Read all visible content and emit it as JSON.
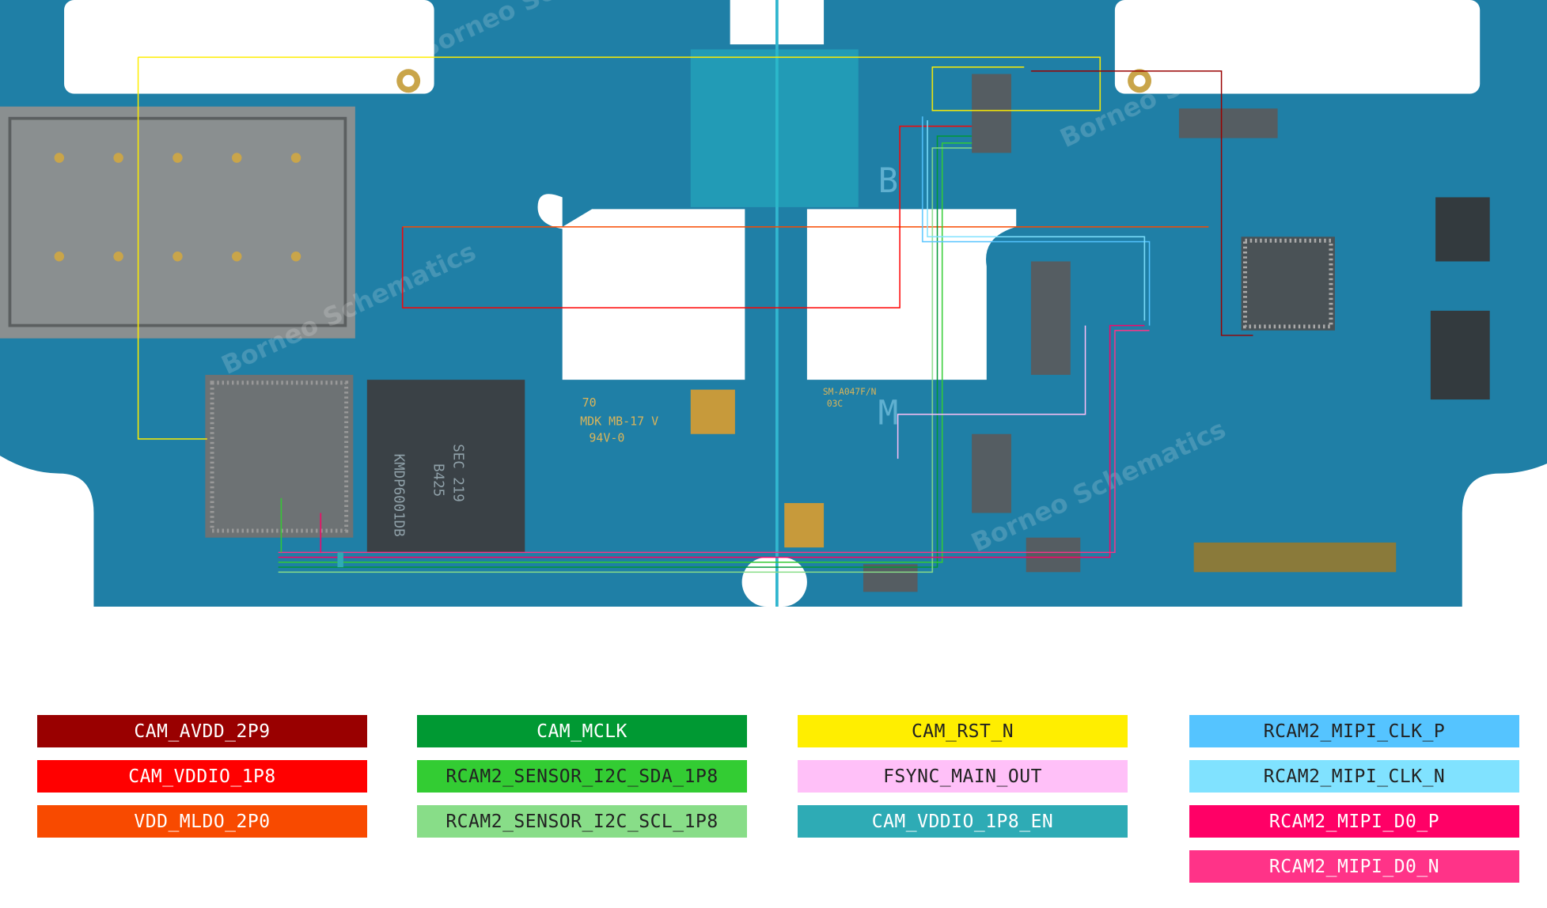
{
  "board": {
    "markings": [
      "70",
      "MDK MB-17 V",
      "94V-0",
      "SM-A047F/N",
      "03C",
      "B",
      "M",
      "SEC 219",
      "B425",
      "KMDP6001DB"
    ],
    "watermark": "Borneo Schematics"
  },
  "legend": [
    {
      "label": "CAM_AVDD_2P9",
      "color": "#990000",
      "text": "dark"
    },
    {
      "label": "CAM_VDDIO_1P8",
      "color": "#FF0000",
      "text": "dark"
    },
    {
      "label": "VDD_MLDO_2P0",
      "color": "#F84A00",
      "text": "dark"
    },
    {
      "label": "CAM_MCLK",
      "color": "#009933",
      "text": "dark"
    },
    {
      "label": "RCAM2_SENSOR_I2C_SDA_1P8",
      "color": "#33CC33",
      "text": "light"
    },
    {
      "label": "RCAM2_SENSOR_I2C_SCL_1P8",
      "color": "#88DD88",
      "text": "light"
    },
    {
      "label": "CAM_RST_N",
      "color": "#FFEE00",
      "text": "light"
    },
    {
      "label": "FSYNC_MAIN_OUT",
      "color": "#FFC0F8",
      "text": "light"
    },
    {
      "label": "CAM_VDDIO_1P8_EN",
      "color": "#2EABB5",
      "text": "dark"
    },
    {
      "label": "RCAM2_MIPI_CLK_P",
      "color": "#55C4FF",
      "text": "light"
    },
    {
      "label": "RCAM2_MIPI_CLK_N",
      "color": "#80E2FF",
      "text": "light"
    },
    {
      "label": "RCAM2_MIPI_D0_P",
      "color": "#FF0066",
      "text": "dark"
    },
    {
      "label": "RCAM2_MIPI_D0_N",
      "color": "#FF3388",
      "text": "dark"
    }
  ]
}
